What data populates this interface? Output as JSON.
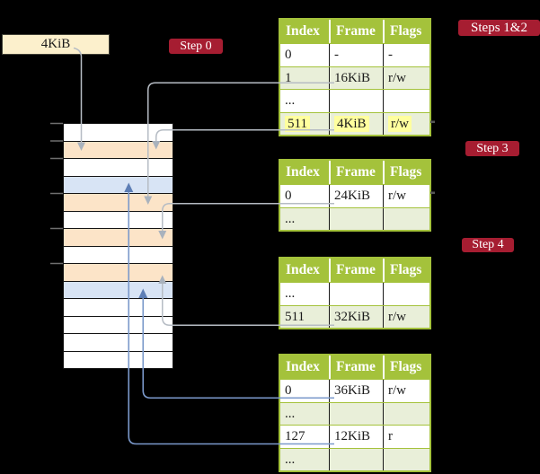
{
  "frame_label": {
    "text": "4KiB"
  },
  "badges": [
    {
      "id": "step0",
      "label": "Step 0"
    },
    {
      "id": "steps12",
      "label": "Steps 1&2"
    },
    {
      "id": "step3",
      "label": "Step 3"
    },
    {
      "id": "step4",
      "label": "Step 4"
    }
  ],
  "memory": {
    "rows": [
      "white",
      "orange",
      "white",
      "blue",
      "orange",
      "white",
      "orange",
      "white",
      "orange",
      "blue",
      "white",
      "white",
      "white",
      "white"
    ]
  },
  "tables": [
    {
      "id": "table-1",
      "headers": [
        "Index",
        "Frame",
        "Flags"
      ],
      "rows": [
        {
          "cells": [
            "0",
            "-",
            "-"
          ]
        },
        {
          "cells": [
            "1",
            "16KiB",
            "r/w"
          ],
          "underline": true
        },
        {
          "cells": [
            "...",
            "",
            ""
          ]
        },
        {
          "cells": [
            "511",
            "4KiB",
            "r/w"
          ],
          "underline": true,
          "highlight": true
        }
      ]
    },
    {
      "id": "table-2",
      "headers": [
        "Index",
        "Frame",
        "Flags"
      ],
      "rows": [
        {
          "cells": [
            "0",
            "24KiB",
            "r/w"
          ],
          "underline": true
        },
        {
          "cells": [
            "...",
            "",
            ""
          ]
        }
      ]
    },
    {
      "id": "table-3",
      "headers": [
        "Index",
        "Frame",
        "Flags"
      ],
      "rows": [
        {
          "cells": [
            "...",
            "",
            ""
          ]
        },
        {
          "cells": [
            "511",
            "32KiB",
            "r/w"
          ],
          "underline": true
        }
      ]
    },
    {
      "id": "table-4",
      "headers": [
        "Index",
        "Frame",
        "Flags"
      ],
      "rows": [
        {
          "cells": [
            "0",
            "36KiB",
            "r/w"
          ],
          "underline": true
        },
        {
          "cells": [
            "...",
            "",
            ""
          ]
        },
        {
          "cells": [
            "127",
            "12KiB",
            "r"
          ],
          "underline": true
        },
        {
          "cells": [
            "...",
            "",
            ""
          ]
        }
      ]
    }
  ],
  "connectors": [
    {
      "from": "frame-4kib-label",
      "to": "memory-row-2",
      "color": "gray"
    },
    {
      "from": "table-1-row-1",
      "to": "memory-row-5",
      "color": "gray"
    },
    {
      "from": "table-1-row-511",
      "to": "memory-row-2",
      "color": "gray"
    },
    {
      "from": "table-2-row-0",
      "to": "memory-row-7",
      "color": "gray"
    },
    {
      "from": "table-3-row-511",
      "to": "memory-row-9",
      "color": "gray"
    },
    {
      "from": "table-4-row-0",
      "to": "memory-row-10",
      "color": "blue"
    },
    {
      "from": "table-4-row-127",
      "to": "memory-row-4",
      "color": "blue"
    }
  ],
  "colors": {
    "background": "#000000",
    "badge_red": "#a61d31",
    "header_green": "#a4c23b",
    "row_green": "#e9efd9",
    "highlight_yellow": "#ffff9e",
    "frame_orange": "#fce4c8",
    "frame_blue": "#d8e4f5",
    "label_cream": "#fcf0cc",
    "line_gray": "#b6bcc4",
    "line_blue": "#7b99cb",
    "arrow_gray": "#a9b2bd",
    "arrow_blue": "#5d7eb5"
  }
}
